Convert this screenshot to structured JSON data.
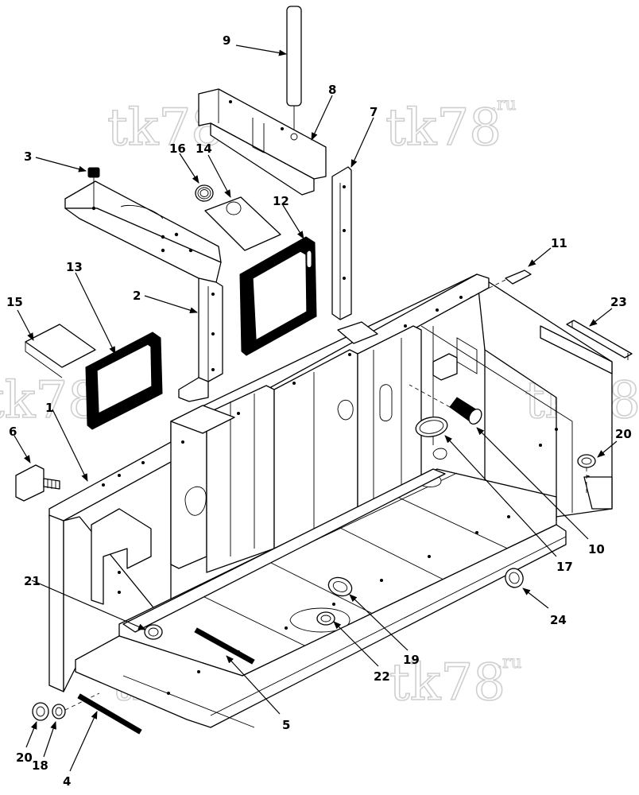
{
  "callouts": [
    {
      "id": "c1",
      "label": "1"
    },
    {
      "id": "c2",
      "label": "2"
    },
    {
      "id": "c3",
      "label": "3"
    },
    {
      "id": "c4",
      "label": "4"
    },
    {
      "id": "c5",
      "label": "5"
    },
    {
      "id": "c6",
      "label": "6"
    },
    {
      "id": "c7",
      "label": "7"
    },
    {
      "id": "c8",
      "label": "8"
    },
    {
      "id": "c9",
      "label": "9"
    },
    {
      "id": "c10",
      "label": "10"
    },
    {
      "id": "c11",
      "label": "11"
    },
    {
      "id": "c12",
      "label": "12"
    },
    {
      "id": "c13",
      "label": "13"
    },
    {
      "id": "c14",
      "label": "14"
    },
    {
      "id": "c15",
      "label": "15"
    },
    {
      "id": "c16",
      "label": "16"
    },
    {
      "id": "c17",
      "label": "17"
    },
    {
      "id": "c18",
      "label": "18"
    },
    {
      "id": "c19",
      "label": "19"
    },
    {
      "id": "c20a",
      "label": "20"
    },
    {
      "id": "c20b",
      "label": "20"
    },
    {
      "id": "c21",
      "label": "21"
    },
    {
      "id": "c22",
      "label": "22"
    },
    {
      "id": "c23",
      "label": "23"
    },
    {
      "id": "c24",
      "label": "24"
    }
  ],
  "watermark": {
    "text": "tk78",
    "suffix": ".ru"
  }
}
